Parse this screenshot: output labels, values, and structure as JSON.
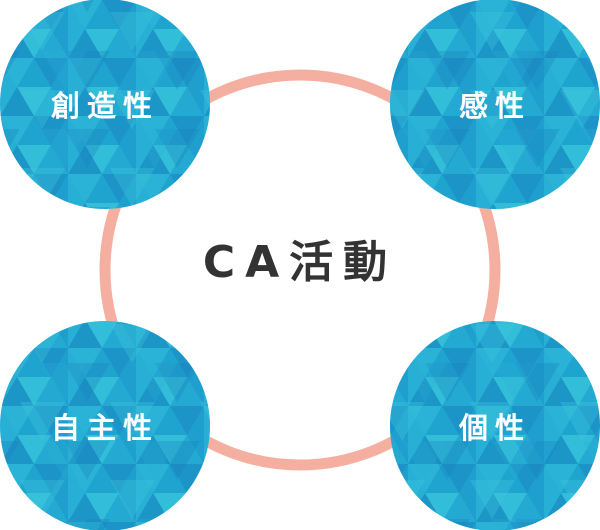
{
  "diagram": {
    "center_label": "CA活動",
    "nodes": [
      {
        "label": "創造性"
      },
      {
        "label": "感性"
      },
      {
        "label": "自主性"
      },
      {
        "label": "個性"
      }
    ]
  },
  "colors": {
    "ring": "#F5AFA1",
    "node_base": "#1FA4D0",
    "node_light": "#35C2DA",
    "node_dark": "#1B86BF",
    "center_text": "#333333",
    "node_text": "#FFFFFF"
  }
}
